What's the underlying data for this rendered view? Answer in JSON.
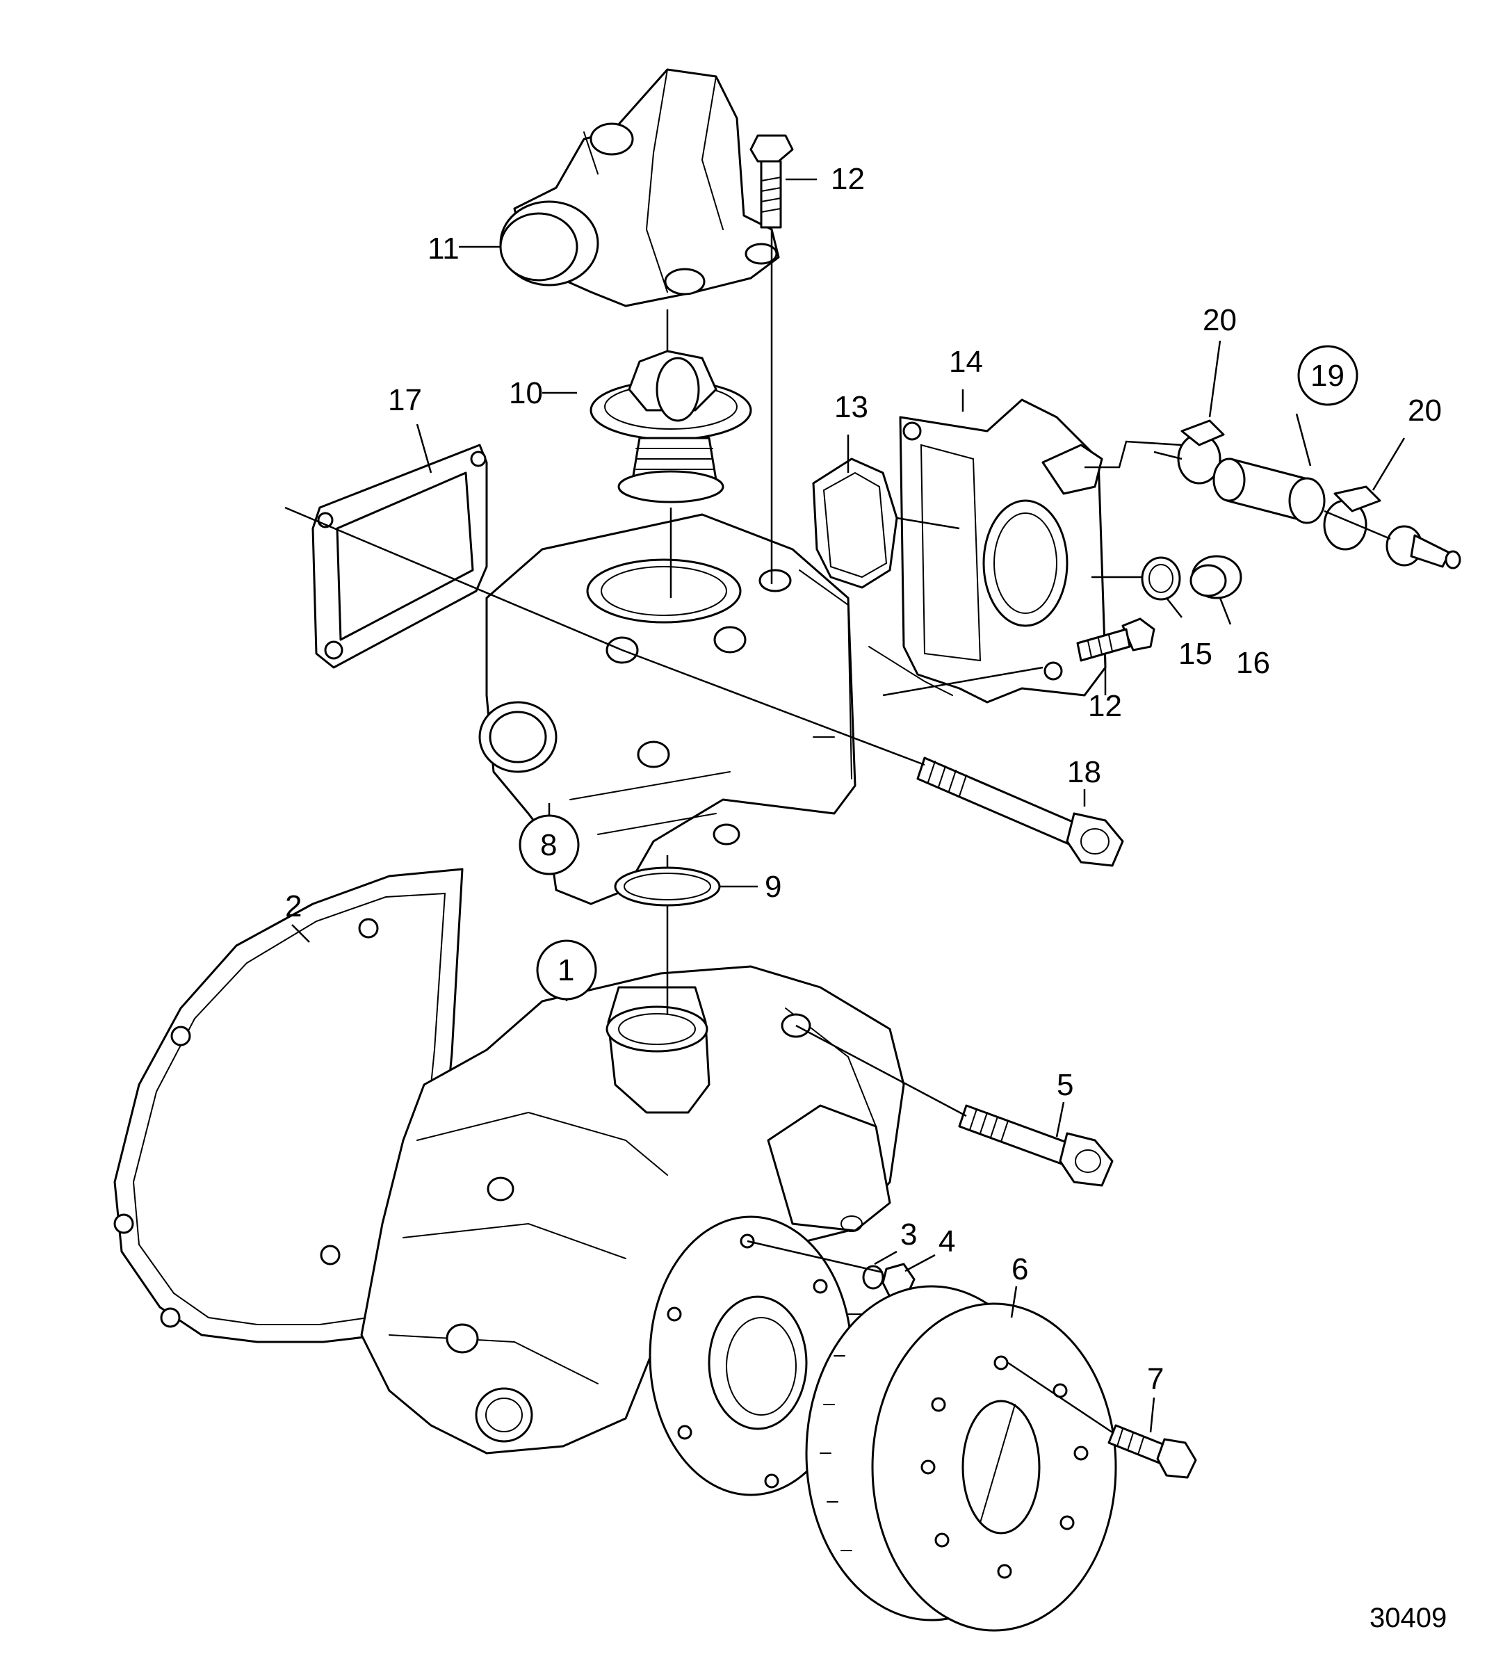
{
  "figure_number": "30409",
  "callouts": {
    "c1": "1",
    "c2": "2",
    "c3": "3",
    "c4": "4",
    "c5": "5",
    "c6": "6",
    "c7": "7",
    "c8": "8",
    "c9": "9",
    "c10": "10",
    "c11": "11",
    "c12a": "12",
    "c12b": "12",
    "c13": "13",
    "c14": "14",
    "c15": "15",
    "c16": "16",
    "c17": "17",
    "c18": "18",
    "c19": "19",
    "c20a": "20",
    "c20b": "20"
  },
  "colors": {
    "line": "#000000",
    "background": "#ffffff"
  }
}
